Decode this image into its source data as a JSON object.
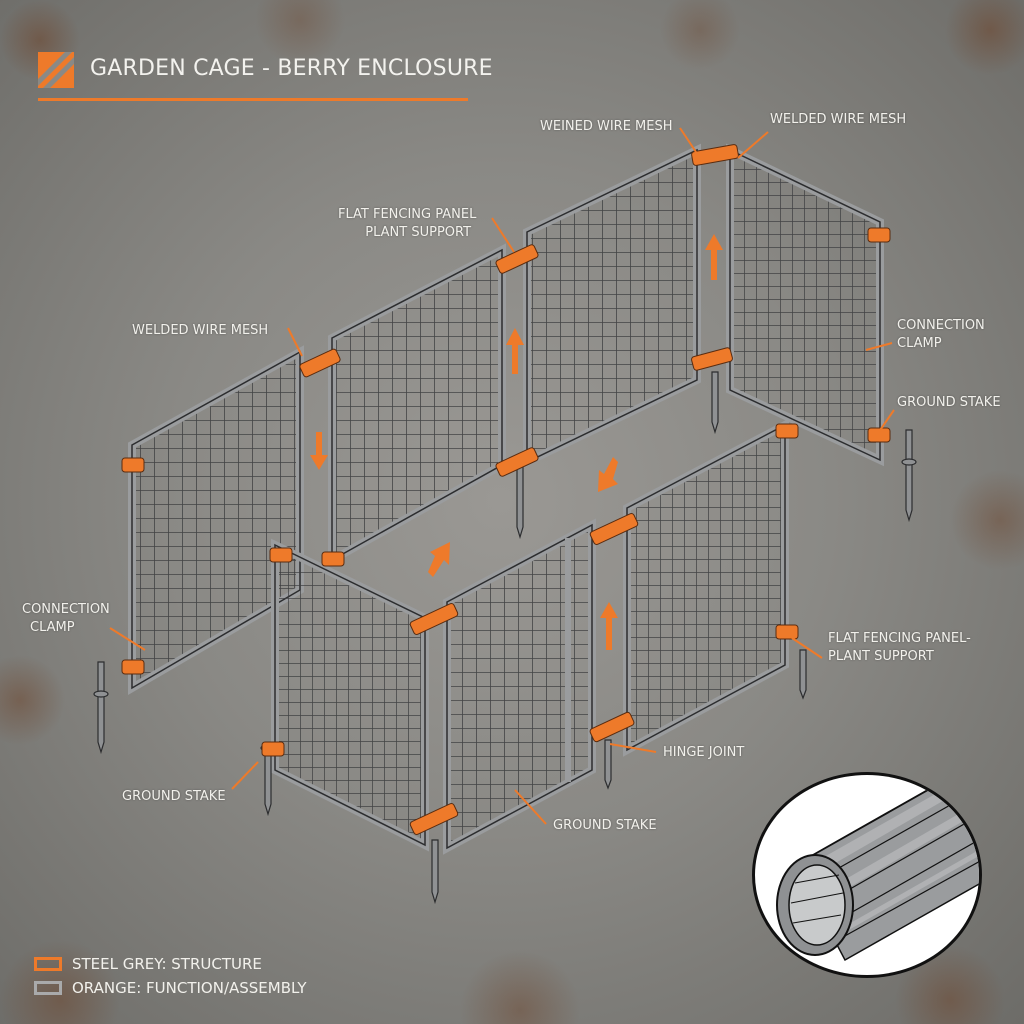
{
  "title": {
    "text": "GARDEN CAGE - BERRY ENCLOSURE",
    "accent_color": "#ee7a2a"
  },
  "colors": {
    "background": "#8a8985",
    "steel": "#9a9c9e",
    "steel_dark": "#3a3b3d",
    "orange": "#ee7a2a",
    "label_text": "#f2f1ec"
  },
  "labels": [
    {
      "id": "top-left-mesh",
      "text": "WEINED WIRE MESH"
    },
    {
      "id": "top-right-mesh",
      "text": "WELDED WIRE MESH"
    },
    {
      "id": "flat-panel-top",
      "line1": "FLAT FENCING PANEL",
      "line2": "PLANT SUPPORT"
    },
    {
      "id": "left-mesh",
      "text": "WELDED WIRE MESH"
    },
    {
      "id": "right-clamp",
      "line1": "CONNECTION",
      "line2": "CLAMP"
    },
    {
      "id": "right-stake",
      "text": "GROUND STAKE"
    },
    {
      "id": "left-clamp",
      "line1": "CONNECTION",
      "line2": "CLAMP"
    },
    {
      "id": "flat-panel-right",
      "line1": "FLAT FENCING PANEL-",
      "line2": "PLANT SUPPORT"
    },
    {
      "id": "hinge",
      "text": "HINGE JOINT"
    },
    {
      "id": "left-stake",
      "text": "GROUND STAKE"
    },
    {
      "id": "bottom-stake",
      "text": "GROUND STAKE"
    }
  ],
  "legend": [
    {
      "text": "STEEL GREY: STRUCTURE",
      "swatch_border": "#ee7a2a",
      "swatch_fill": "transparent"
    },
    {
      "text": "ORANGE: FUNCTION/ASSEMBLY",
      "swatch_border": "#a9aaab",
      "swatch_fill": "transparent"
    }
  ],
  "detail_inset": {
    "subject": "fluted steel tube cross-section"
  }
}
